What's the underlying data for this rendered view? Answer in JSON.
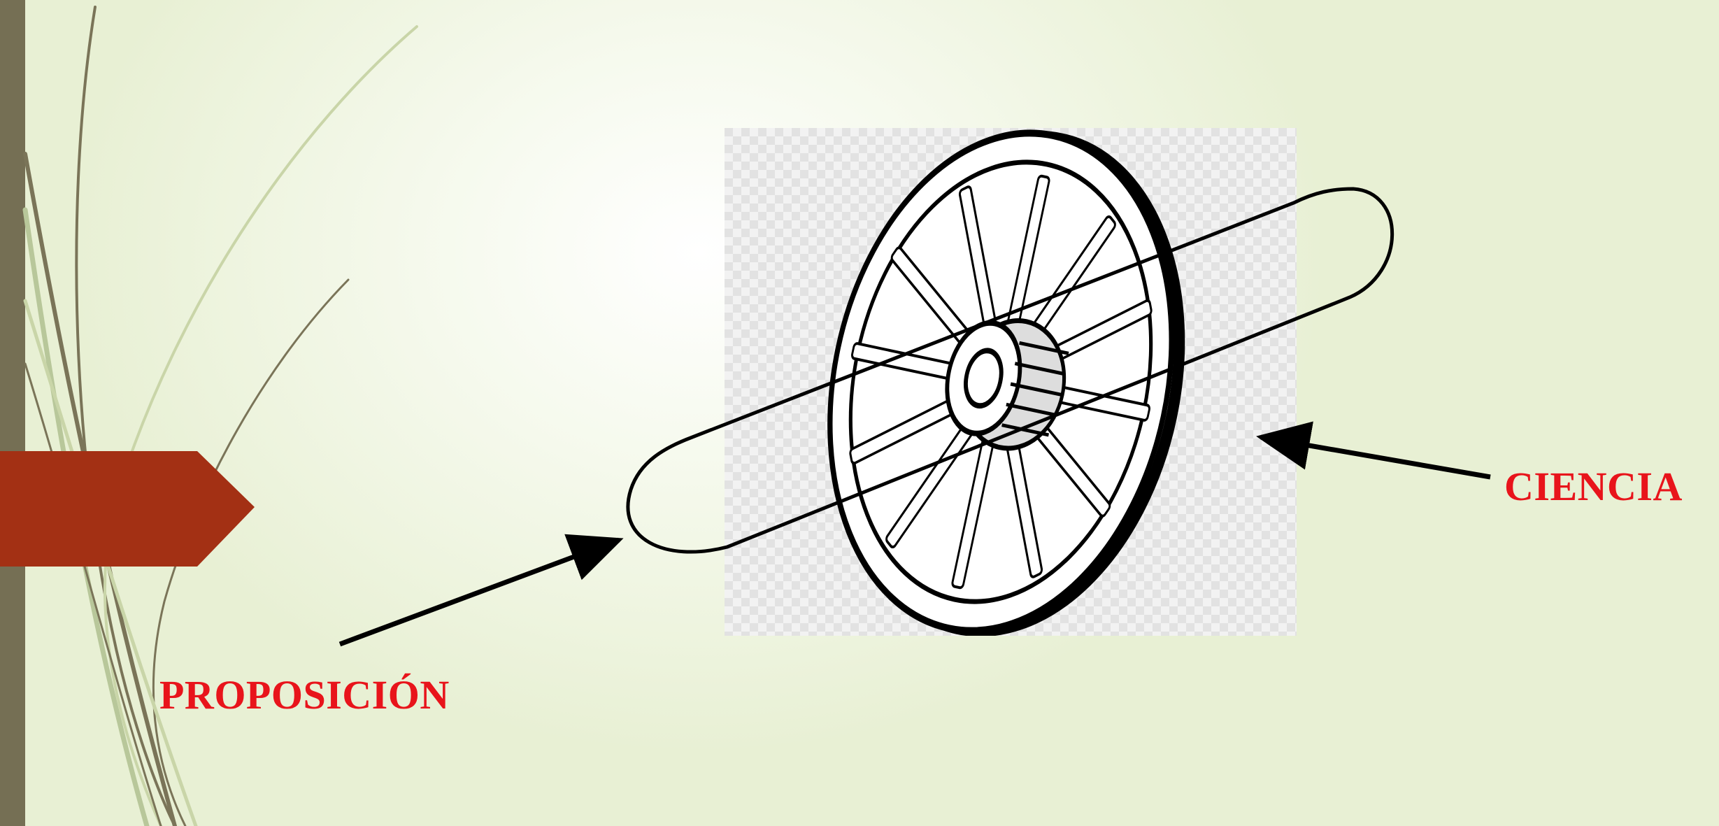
{
  "labels": {
    "ciencia": "CIENCIA",
    "proposicion": "PROPOSICIÓN"
  },
  "colors": {
    "label": "#e8141b",
    "tab": "#a33014",
    "left_bar": "#756f54",
    "arrow": "#000000"
  },
  "illustration": {
    "subject": "wagon-wheel-icon",
    "spoke_count": 12
  }
}
